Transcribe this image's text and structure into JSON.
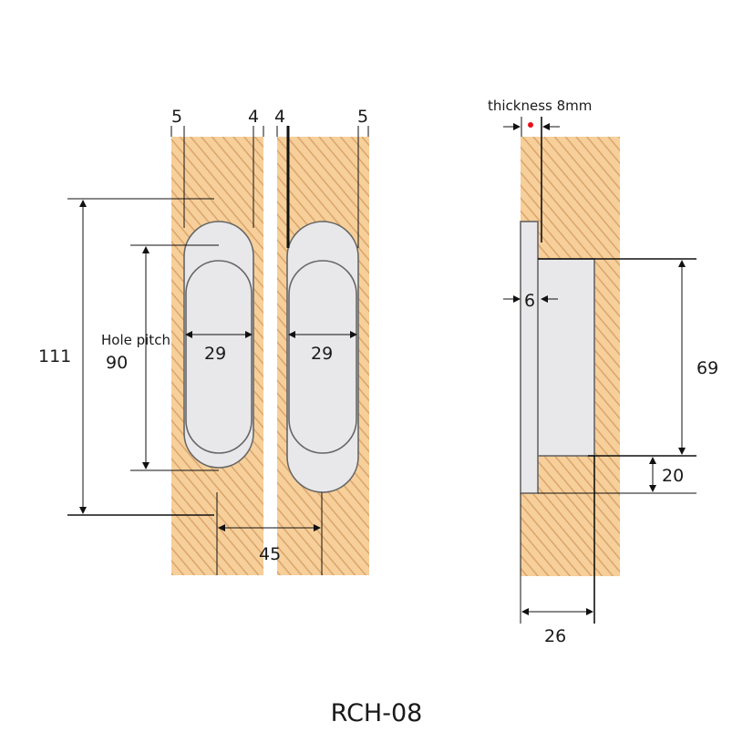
{
  "diagram": {
    "title": "RCH-08",
    "front_view": {
      "dim_top_left_5": "5",
      "dim_top_left_4": "4",
      "dim_top_right_4": "4",
      "dim_top_right_5": "5",
      "dim_height": "111",
      "hole_pitch_label": "Hole pitch",
      "hole_pitch_value": "90",
      "dim_width_left": "29",
      "dim_width_right": "29",
      "dim_spacing": "45"
    },
    "side_view": {
      "thickness_label": "thickness  8mm",
      "dim_6": "6",
      "dim_69": "69",
      "dim_20": "20",
      "dim_26": "26"
    }
  },
  "colors": {
    "wood": "#f6cf9a",
    "wood_grain": "#d9a26a",
    "plate": "#e8e8ea",
    "outline": "#666666",
    "dot": "#e8101a"
  }
}
